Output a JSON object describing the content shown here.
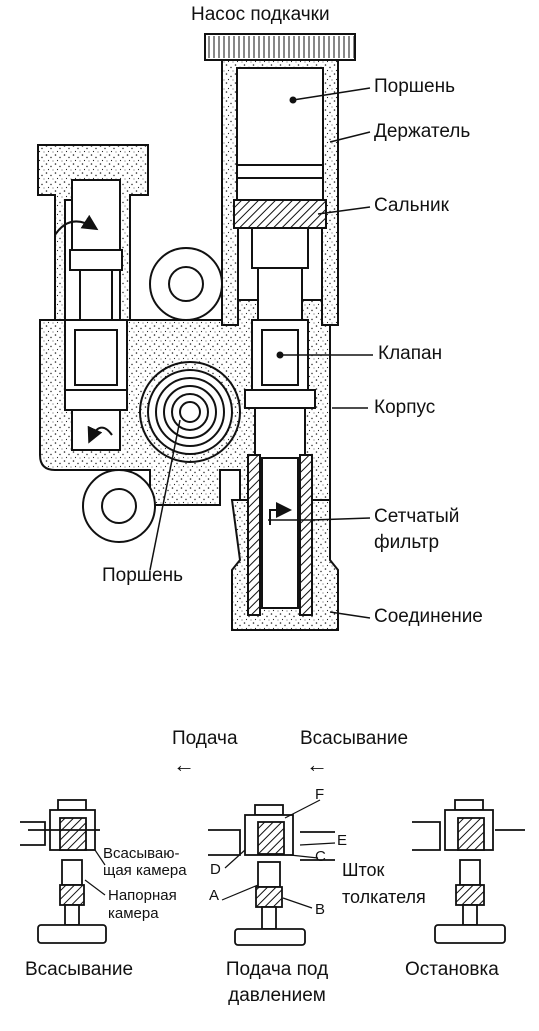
{
  "title": "Насос подкачки",
  "labels": {
    "piston_top": "Поршень",
    "holder": "Держатель",
    "seal": "Сальник",
    "valve": "Клапан",
    "body": "Корпус",
    "filter_line1": "Сетчатый",
    "filter_line2": "фильтр",
    "piston_bottom": "Поршень",
    "connection": "Соединение"
  },
  "flow": {
    "feed": "Подача",
    "suction": "Всасывание",
    "arrow": "←"
  },
  "detail": {
    "suction_chamber_line1": "Всасываю-",
    "suction_chamber_line2": "щая камера",
    "pressure_chamber_line1": "Напорная",
    "pressure_chamber_line2": "камера",
    "letter_F": "F",
    "letter_E": "E",
    "letter_C": "C",
    "letter_D": "D",
    "letter_A": "A",
    "letter_B": "B",
    "pushrod_line1": "Шток",
    "pushrod_line2": "толкателя"
  },
  "captions": {
    "suction": "Всасывание",
    "feed_line1": "Подача под",
    "feed_line2": "давлением",
    "stop": "Остановка"
  },
  "colors": {
    "ink": "#111111",
    "stipple": "#e6e6e6",
    "paper": "#ffffff"
  }
}
